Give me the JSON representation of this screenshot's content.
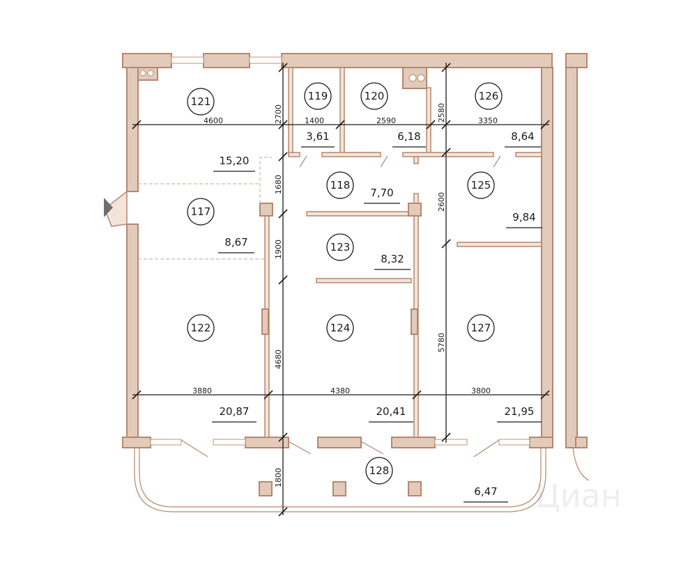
{
  "rooms": [
    {
      "number": "121",
      "area": "15,20"
    },
    {
      "number": "119",
      "area": "3,61"
    },
    {
      "number": "120",
      "area": "6,18"
    },
    {
      "number": "126",
      "area": "8,64"
    },
    {
      "number": "118",
      "area": "7,70"
    },
    {
      "number": "125",
      "area": "9,84"
    },
    {
      "number": "117",
      "area": "8,67"
    },
    {
      "number": "123",
      "area": "8,32"
    },
    {
      "number": "122",
      "area": "20,87"
    },
    {
      "number": "124",
      "area": "20,41"
    },
    {
      "number": "127",
      "area": "21,95"
    },
    {
      "number": "128",
      "area": "6,47"
    }
  ],
  "dimensions": {
    "top_row": [
      "4600",
      "1400",
      "2590",
      "3350"
    ],
    "bottom_row": [
      "3880",
      "4380",
      "3800"
    ],
    "left_column": [
      "2700",
      "1680",
      "1900",
      "4680",
      "1800"
    ],
    "right_column": [
      "2580",
      "2600",
      "5780"
    ]
  },
  "watermark": "Циан",
  "colors": {
    "wall_fill": "#e3cbbb",
    "wall_stroke": "#b5876c",
    "text": "#1b1b1b"
  }
}
